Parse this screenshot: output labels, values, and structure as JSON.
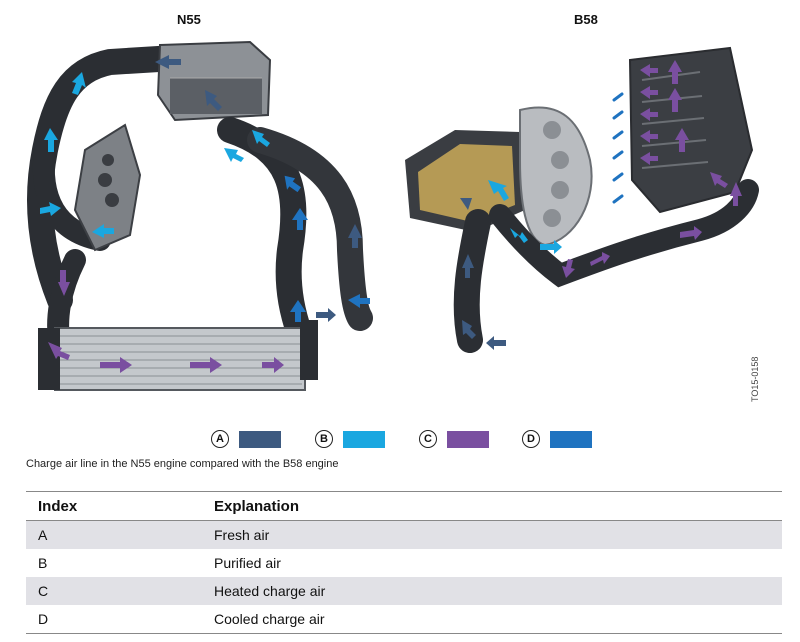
{
  "figure": {
    "engine_left": "N55",
    "engine_right": "B58",
    "code": "TO15-0158"
  },
  "legend": [
    {
      "key": "A",
      "color": "#3d5a80"
    },
    {
      "key": "B",
      "color": "#1aa7e0"
    },
    {
      "key": "C",
      "color": "#7a4fa0"
    },
    {
      "key": "D",
      "color": "#1f73c0"
    }
  ],
  "caption": "Charge air line in the N55 engine compared with the B58 engine",
  "table": {
    "headers": [
      "Index",
      "Explanation"
    ],
    "rows": [
      [
        "A",
        "Fresh air"
      ],
      [
        "B",
        "Purified air"
      ],
      [
        "C",
        "Heated charge air"
      ],
      [
        "D",
        "Cooled charge air"
      ]
    ]
  }
}
